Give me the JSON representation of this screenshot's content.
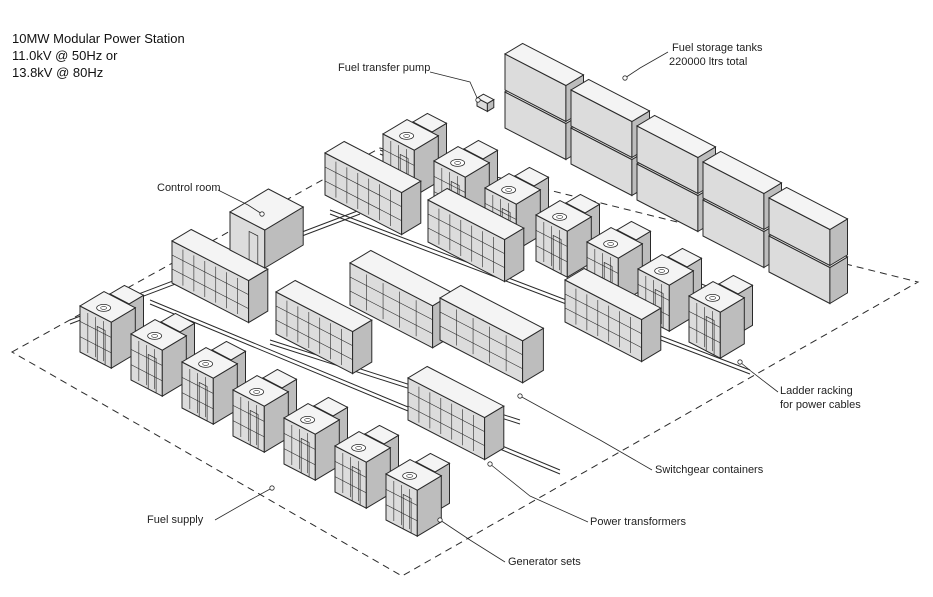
{
  "title": {
    "line1": "10MW Modular Power Station",
    "line2": "11.0kV @ 50Hz or",
    "line3": "13.8kV @ 80Hz"
  },
  "labels": {
    "fuel_transfer_pump": "Fuel transfer pump",
    "fuel_storage_tanks": "Fuel storage tanks",
    "fuel_storage_capacity": "220000 ltrs total",
    "control_room": "Control room",
    "ladder_racking_line1": "Ladder racking",
    "ladder_racking_line2": "for power cables",
    "switchgear_containers": "Switchgear containers",
    "fuel_supply": "Fuel supply",
    "power_transformers": "Power transformers",
    "generator_sets": "Generator sets"
  },
  "colors": {
    "line": "#2a2a2a",
    "face_top": "#f4f4f4",
    "face_left": "#dcdcdc",
    "face_right": "#bdbdbd",
    "background": "#ffffff"
  }
}
